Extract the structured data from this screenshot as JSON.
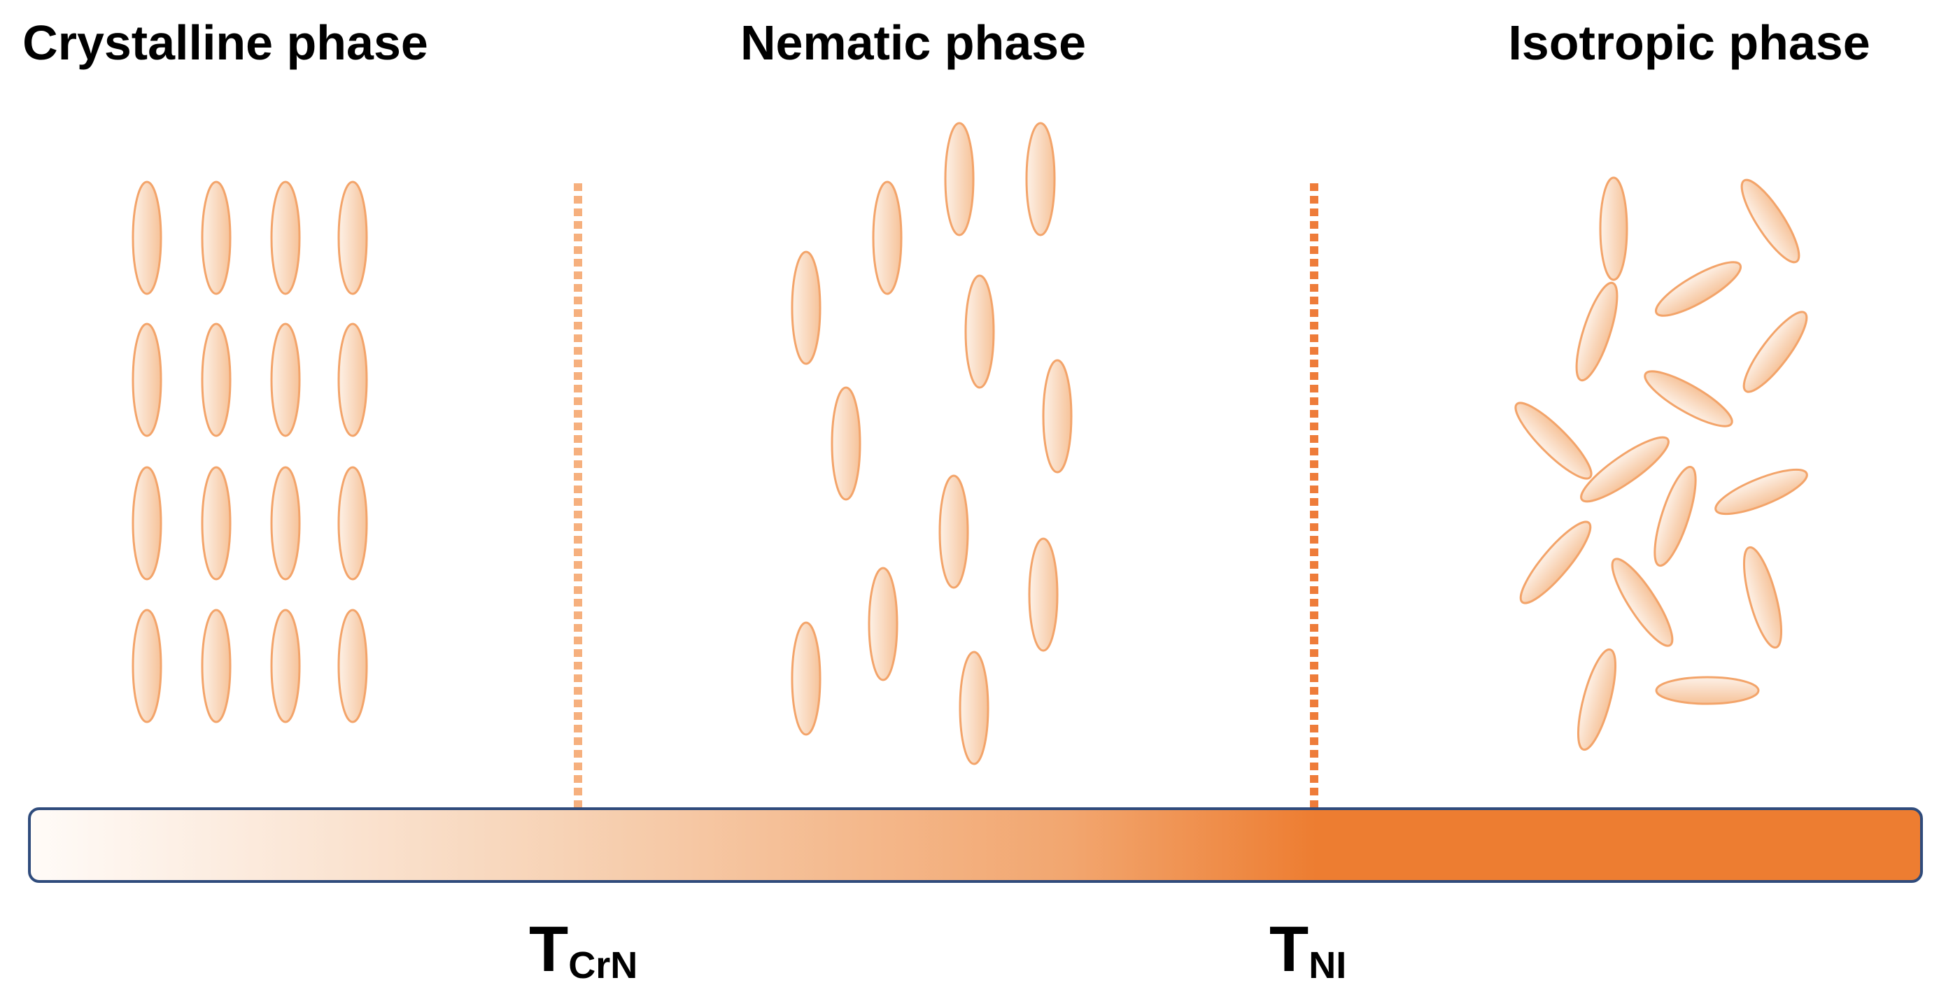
{
  "phases": {
    "crystalline": "Crystalline phase",
    "nematic": "Nematic phase",
    "isotropic": "Isotropic phase"
  },
  "transitions": {
    "cr_n": {
      "symbol": "T",
      "subscript": "CrN"
    },
    "n_i": {
      "symbol": "T",
      "subscript": "NI"
    }
  },
  "colors": {
    "molecule_fill_light": "#fdf1e7",
    "molecule_fill_dark": "#f6c7a2",
    "molecule_stroke": "#f3a46a",
    "divider_light": "#f6b07e",
    "divider_dark": "#ee7c3a",
    "bar_start": "#fffbf8",
    "bar_end": "#ed7d31",
    "bar_border": "#2f4b7c"
  }
}
